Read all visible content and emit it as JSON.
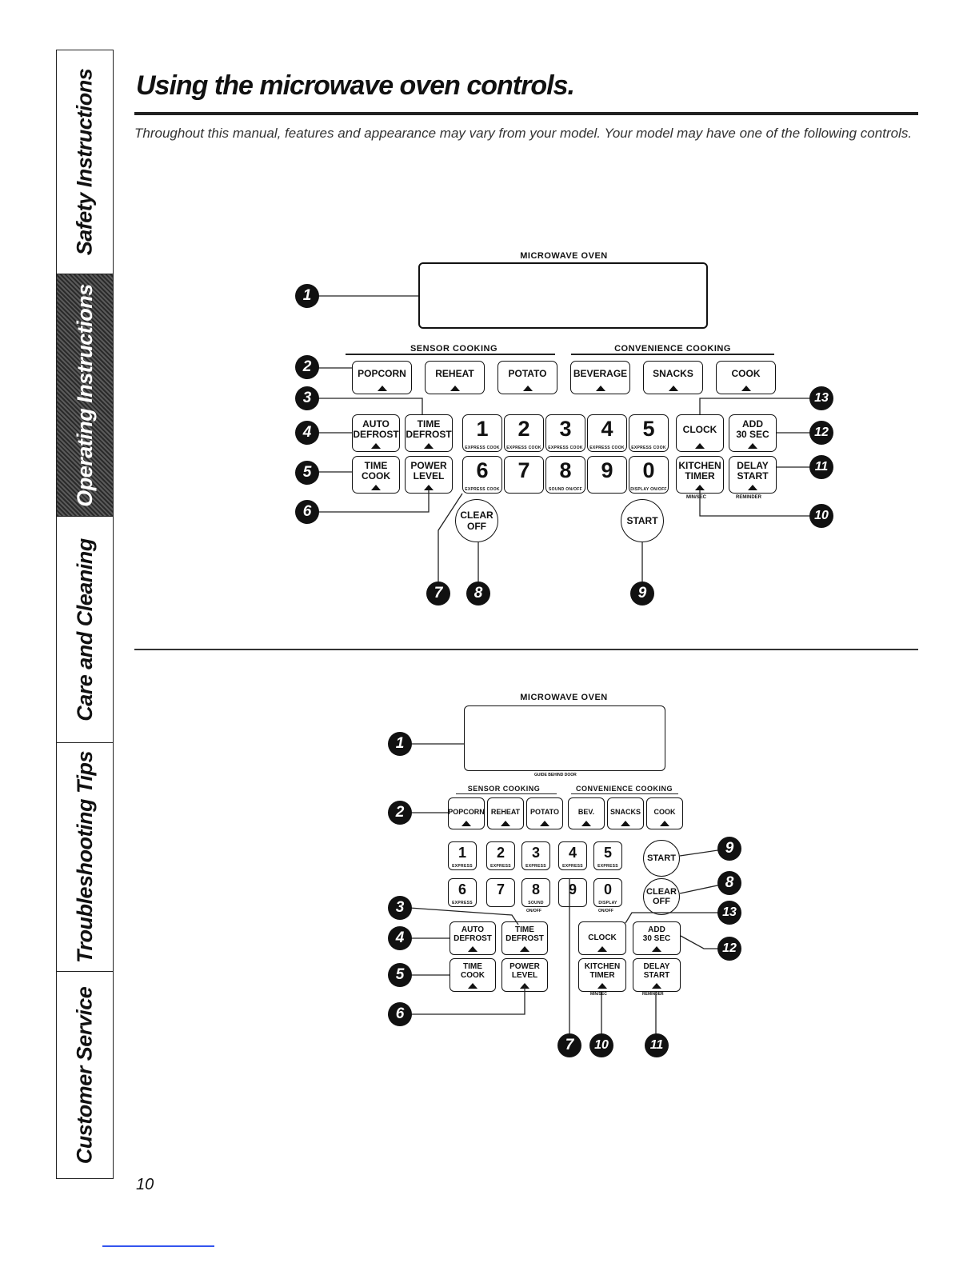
{
  "sidebar": {
    "tabs": [
      {
        "label": "Safety Instructions",
        "active": false
      },
      {
        "label": "Operating Instructions",
        "active": true
      },
      {
        "label": "Care and Cleaning",
        "active": false
      },
      {
        "label": "Troubleshooting Tips",
        "active": false
      },
      {
        "label": "Customer Service",
        "active": false
      }
    ]
  },
  "header": {
    "title": "Using the microwave oven controls.",
    "intro": "Throughout this manual, features and appearance may vary from your model. Your model may have one of the following controls."
  },
  "panel1": {
    "display_label": "MICROWAVE OVEN",
    "sensor_label": "SENSOR COOKING",
    "convenience_label": "CONVENIENCE COOKING",
    "row1": [
      "POPCORN",
      "REHEAT",
      "POTATO",
      "BEVERAGE",
      "SNACKS",
      "COOK"
    ],
    "auto_defrost": "AUTO\nDEFROST",
    "time_defrost": "TIME\nDEFROST",
    "time_cook": "TIME\nCOOK",
    "power_level": "POWER\nLEVEL",
    "digits_row1": [
      "1",
      "2",
      "3",
      "4",
      "5"
    ],
    "digits_row2": [
      "6",
      "7",
      "8",
      "9",
      "0"
    ],
    "express_cook": "EXPRESS COOK",
    "sound_on_off": "SOUND ON/OFF",
    "display_on_off": "DISPLAY ON/OFF",
    "clock": "CLOCK",
    "add_30": "ADD\n30 SEC",
    "kitchen_timer": "KITCHEN\nTIMER",
    "delay_start": "DELAY\nSTART",
    "min_sec": "MIN/SEC",
    "reminder": "REMINDER",
    "clear_off": "CLEAR\nOFF",
    "start": "START"
  },
  "panel2": {
    "display_label": "MICROWAVE OVEN",
    "guide_text": "GUIDE BEHIND DOOR",
    "sensor_label": "SENSOR COOKING",
    "convenience_label": "CONVENIENCE COOKING",
    "row1": [
      "POPCORN",
      "REHEAT",
      "POTATO",
      "BEV.",
      "SNACKS",
      "COOK"
    ],
    "digits_row1": [
      "1",
      "2",
      "3",
      "4",
      "5"
    ],
    "digits_row2": [
      "6",
      "7",
      "8",
      "9",
      "0"
    ],
    "express": "EXPRESS",
    "sound": "SOUND",
    "display": "DISPLAY",
    "on_off": "ON/OFF",
    "auto_defrost": "AUTO\nDEFROST",
    "time_defrost": "TIME\nDEFROST",
    "time_cook": "TIME\nCOOK",
    "power_level": "POWER\nLEVEL",
    "clock": "CLOCK",
    "add_30": "ADD\n30 SEC",
    "kitchen_timer": "KITCHEN\nTIMER",
    "delay_start": "DELAY\nSTART",
    "min_sec": "MIN/SEC",
    "reminder": "REMINDER",
    "start": "START",
    "clear_off": "CLEAR\nOFF"
  },
  "callouts": [
    "1",
    "2",
    "3",
    "4",
    "5",
    "6",
    "7",
    "8",
    "9",
    "10",
    "11",
    "12",
    "13"
  ],
  "page_number": "10"
}
